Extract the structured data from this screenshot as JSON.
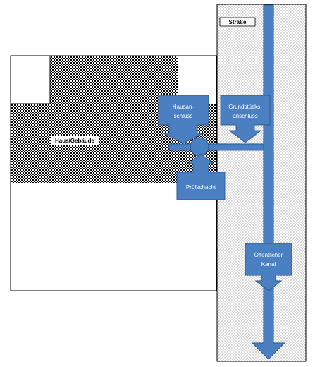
{
  "labels": {
    "street": "Straße",
    "house": "Haus/Gebäude",
    "house_connection_line1": "Hausan-",
    "house_connection_line2": "schluss",
    "property_connection_line1": "Grundstücks-",
    "property_connection_line2": "anschluss",
    "inspection_shaft": "Prüfschacht",
    "public_sewer_line1": "Öffentlicher",
    "public_sewer_line2": "Kanal"
  },
  "colors": {
    "pipe_blue": "#4a7fc1",
    "pipe_border": "#2f5a95",
    "callout_fill": "#4a7fc1",
    "outline": "#000000"
  }
}
